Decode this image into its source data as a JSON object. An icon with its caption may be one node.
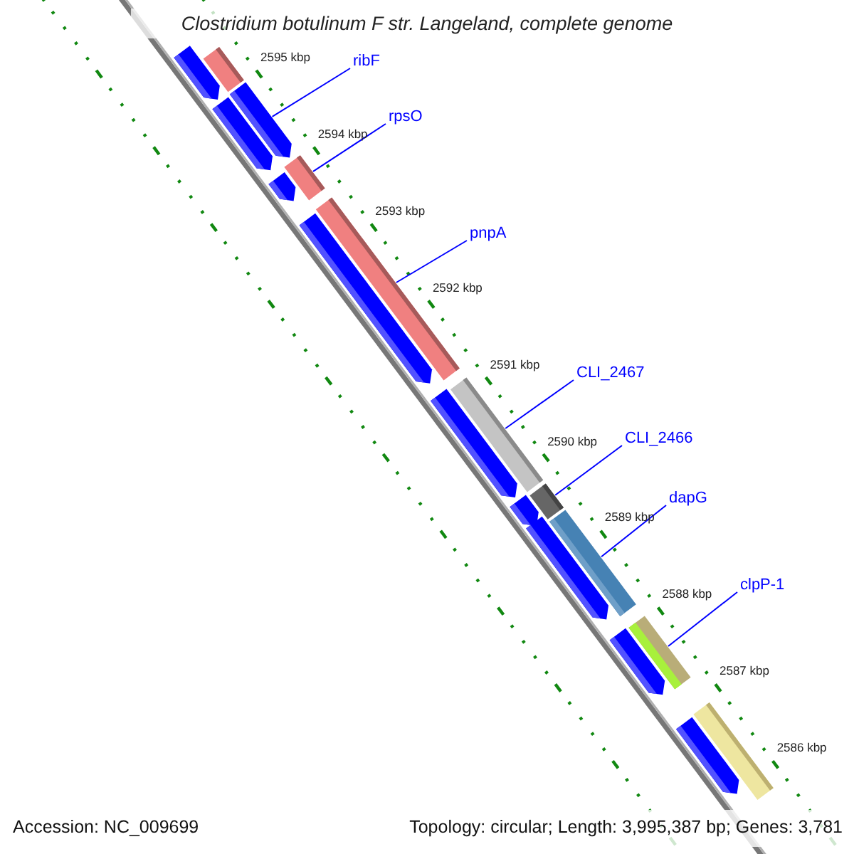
{
  "diagram": {
    "title": "Clostridium botulinum F str. Langeland, complete genome",
    "nodes": [
      {
        "text": [],
        "shape": "pentagon"
      },
      {
        "text": [],
        "shape": "bar"
      },
      {
        "text": [],
        "shape": "pentagon"
      },
      {
        "text": [],
        "shape": "pentagon"
      },
      {
        "text": [],
        "shape": "pentagon"
      },
      {
        "text": [],
        "shape": "bar"
      },
      {
        "text": [],
        "shape": "pentagon"
      },
      {
        "text": [],
        "shape": "bar"
      },
      {
        "text": [],
        "shape": "pentagon"
      },
      {
        "text": [],
        "shape": "bar"
      },
      {
        "text": [],
        "shape": "pentagon"
      },
      {
        "text": [],
        "shape": "bar"
      },
      {
        "text": [],
        "shape": "pentagon"
      },
      {
        "text": [],
        "shape": "bar"
      },
      {
        "text": [],
        "shape": "pentagon"
      },
      {
        "text": [],
        "shape": "bar"
      },
      {
        "text": [],
        "shape": "pentagon"
      },
      {
        "text": [],
        "shape": "bar"
      },
      {
        "text": [
          "ribF"
        ]
      },
      {
        "text": [
          "rpsO"
        ]
      },
      {
        "text": [
          "pnpA"
        ]
      },
      {
        "text": [
          "CLI_2467"
        ]
      },
      {
        "text": [
          "CLI_2466"
        ]
      },
      {
        "text": [
          "dapG"
        ]
      },
      {
        "text": [
          "clpP-1"
        ]
      }
    ],
    "edges": [
      {
        "from": 18,
        "to": 2,
        "arrow": "none"
      },
      {
        "from": 19,
        "to": 5,
        "arrow": "none"
      },
      {
        "from": 20,
        "to": 7,
        "arrow": "none"
      },
      {
        "from": 21,
        "to": 9,
        "arrow": "none"
      },
      {
        "from": 22,
        "to": 11,
        "arrow": "none"
      },
      {
        "from": 23,
        "to": 13,
        "arrow": "none"
      },
      {
        "from": 24,
        "to": 15,
        "arrow": "none"
      }
    ],
    "labels": [
      "2595 kbp",
      "2594 kbp",
      "2593 kbp",
      "2592 kbp",
      "2591 kbp",
      "2590 kbp",
      "2589 kbp",
      "2588 kbp",
      "2587 kbp",
      "2586 kbp",
      "Accession: NC_009699",
      "Topology: circular; Length: 3,995,387 bp; Genes: 3,781"
    ]
  }
}
